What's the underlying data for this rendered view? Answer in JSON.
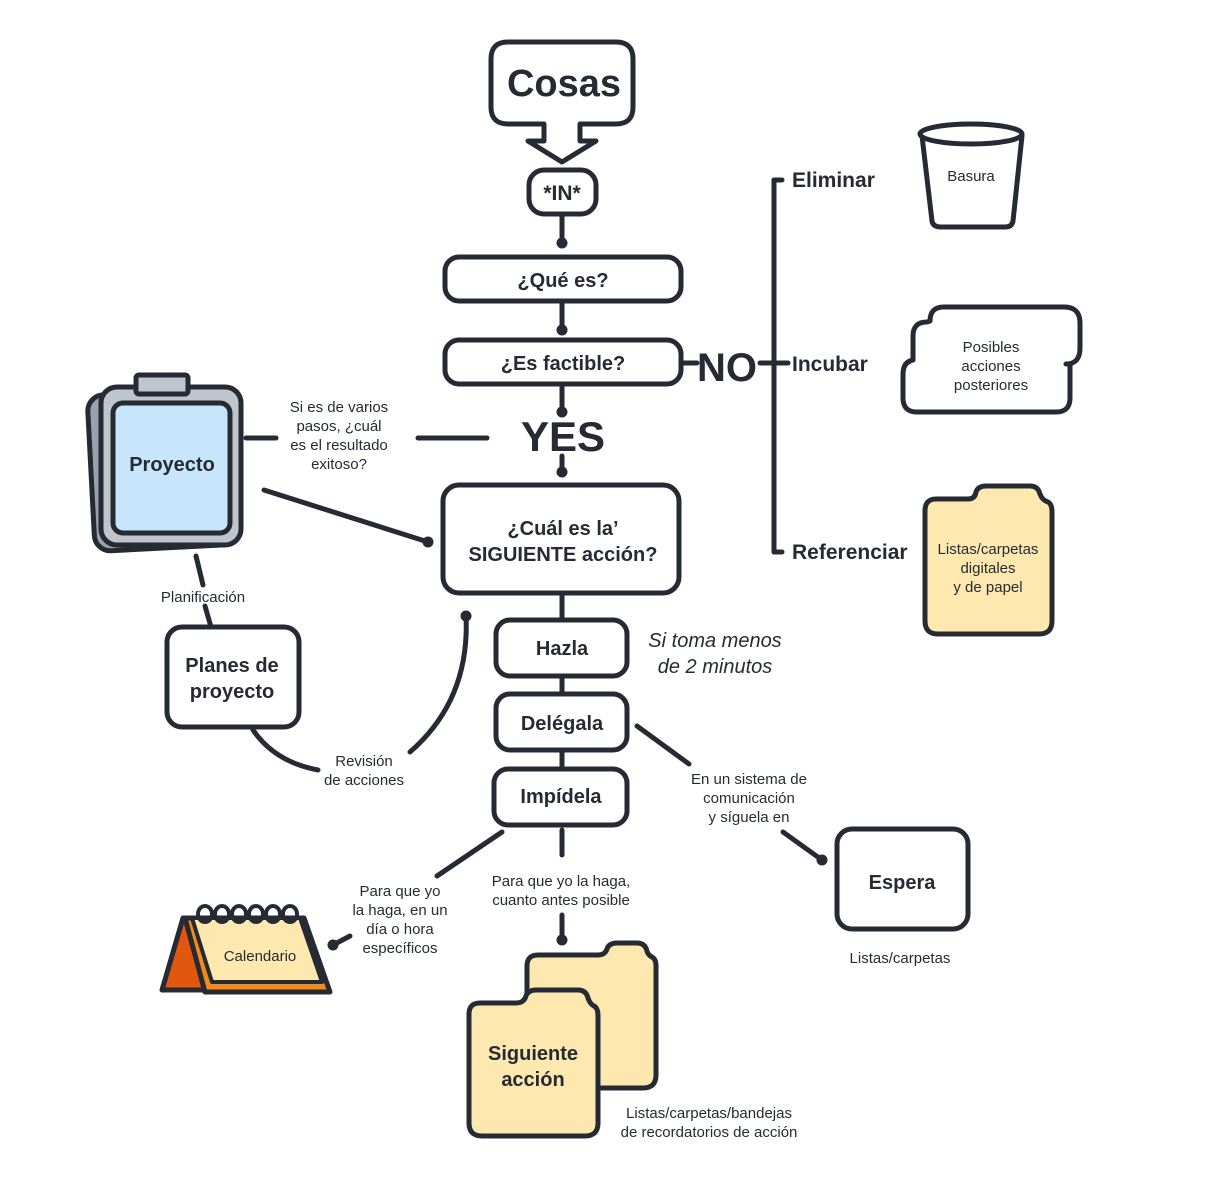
{
  "nodes": {
    "cosas": "Cosas",
    "in": "*IN*",
    "que_es": "¿Qué es?",
    "es_factible": "¿Es factible?",
    "no": "NO",
    "yes": "YES",
    "siguiente_line1": "¿Cuál es la’",
    "siguiente_line2": "SIGUIENTE acción?",
    "hazla": "Hazla",
    "delegala": "Delégala",
    "impidela": "Impídela",
    "espera": "Espera",
    "proyecto": "Proyecto",
    "planes_line1": "Planes de",
    "planes_line2": "proyecto",
    "siguiente_accion_line1": "Siguiente",
    "siguiente_accion_line2": "acción"
  },
  "branches": {
    "eliminar": "Eliminar",
    "incubar": "Incubar",
    "referenciar": "Referenciar"
  },
  "containers": {
    "basura": "Basura",
    "posibles": [
      "Posibles",
      "acciones",
      "posteriores"
    ],
    "listas_ref": [
      "Listas/carpetas",
      "digitales",
      "y de papel"
    ],
    "calendario": "Calendario"
  },
  "annotations": {
    "varios_pasos": [
      "Si es de varios",
      "pasos, ¿cuál",
      "es el resultado",
      "exitoso?"
    ],
    "planificacion": "Planificación",
    "revision": [
      "Revisión",
      "de acciones"
    ],
    "menos_2min": [
      "Si toma menos",
      "de 2 minutos"
    ],
    "sistema_comunicacion": [
      "En un sistema de",
      "comunicación",
      "y síguela en"
    ],
    "listas_carpetas": "Listas/carpetas",
    "dia_hora": [
      "Para que yo",
      "la haga, en un",
      "día o hora",
      "específicos"
    ],
    "cuanto_antes": [
      "Para que yo la haga,",
      "cuanto antes posible"
    ],
    "bandejas": [
      "Listas/carpetas/bandejas",
      "de recordatorios de acción"
    ]
  },
  "colors": {
    "stroke": "#262b33",
    "project_blue": "#c8e6fb",
    "folder_yellow": "#fde8b0",
    "calendar_orange": "#f28a1e",
    "calendar_dark_orange": "#e2570f",
    "calendar_page": "#fde8b0"
  }
}
